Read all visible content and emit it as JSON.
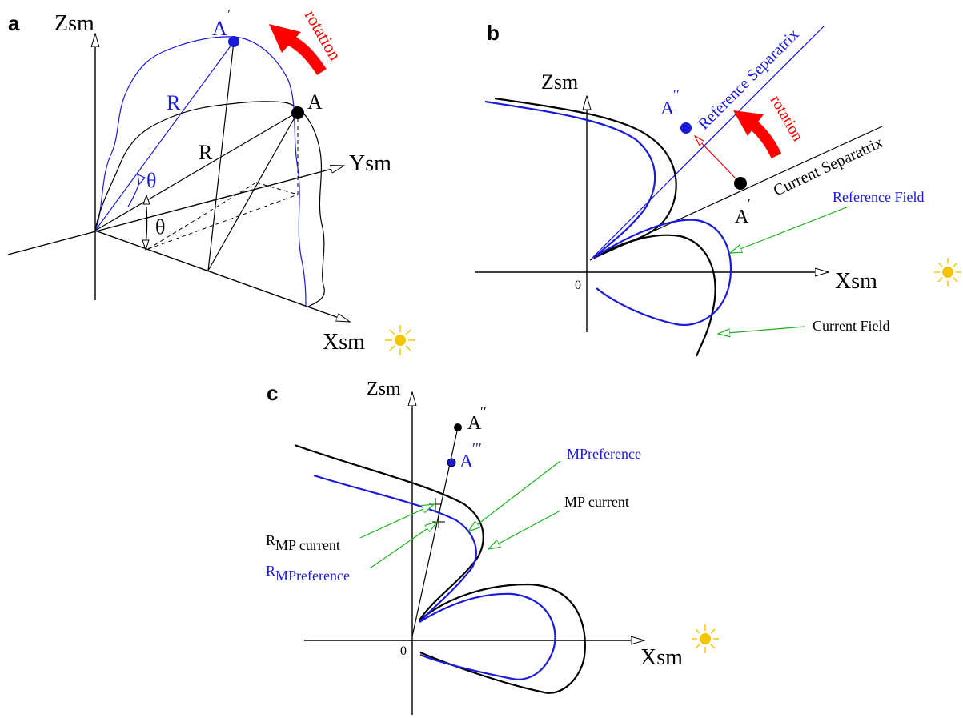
{
  "colors": {
    "black": "#000000",
    "blue": "#1a1adb",
    "red": "#ff0000",
    "green": "#19b419",
    "sun": "#f5c400"
  },
  "panel_a": {
    "label": "a",
    "z_axis": "Zsm",
    "y_axis": "Ysm",
    "x_axis": "Xsm",
    "point_a": "A",
    "point_a_prime": "A",
    "r_blue": "R",
    "r_black": "R",
    "theta_blue": "θ",
    "theta_black": "θ",
    "rotation": "rotation"
  },
  "panel_b": {
    "label": "b",
    "z_axis": "Zsm",
    "x_axis": "Xsm",
    "origin": "0",
    "point_a_prime": "A",
    "point_a_dprime": "A",
    "rotation": "rotation",
    "reference_separatrix": "Reference Separatrix",
    "current_separatrix": "Current Separatrix",
    "reference_field": "Reference  Field",
    "current_field": "Current Field"
  },
  "panel_c": {
    "label": "c",
    "z_axis": "Zsm",
    "x_axis": "Xsm",
    "origin": "0",
    "point_a_dprime": "A",
    "point_a_tprime": "A",
    "mp_reference": "MPreference",
    "mp_current": "MP current",
    "r_mp_current_main": "R",
    "r_mp_current_sub": "MP current",
    "r_mp_reference_main": "R",
    "r_mp_reference_sub": "MPreference"
  }
}
